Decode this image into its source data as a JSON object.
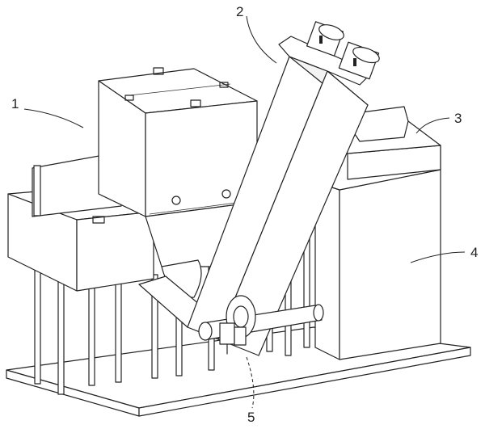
{
  "labels": {
    "l1": "1",
    "l2": "2",
    "l3": "3",
    "l4": "4",
    "l5": "5"
  },
  "colors": {
    "line": "#222222",
    "background": "#ffffff"
  }
}
